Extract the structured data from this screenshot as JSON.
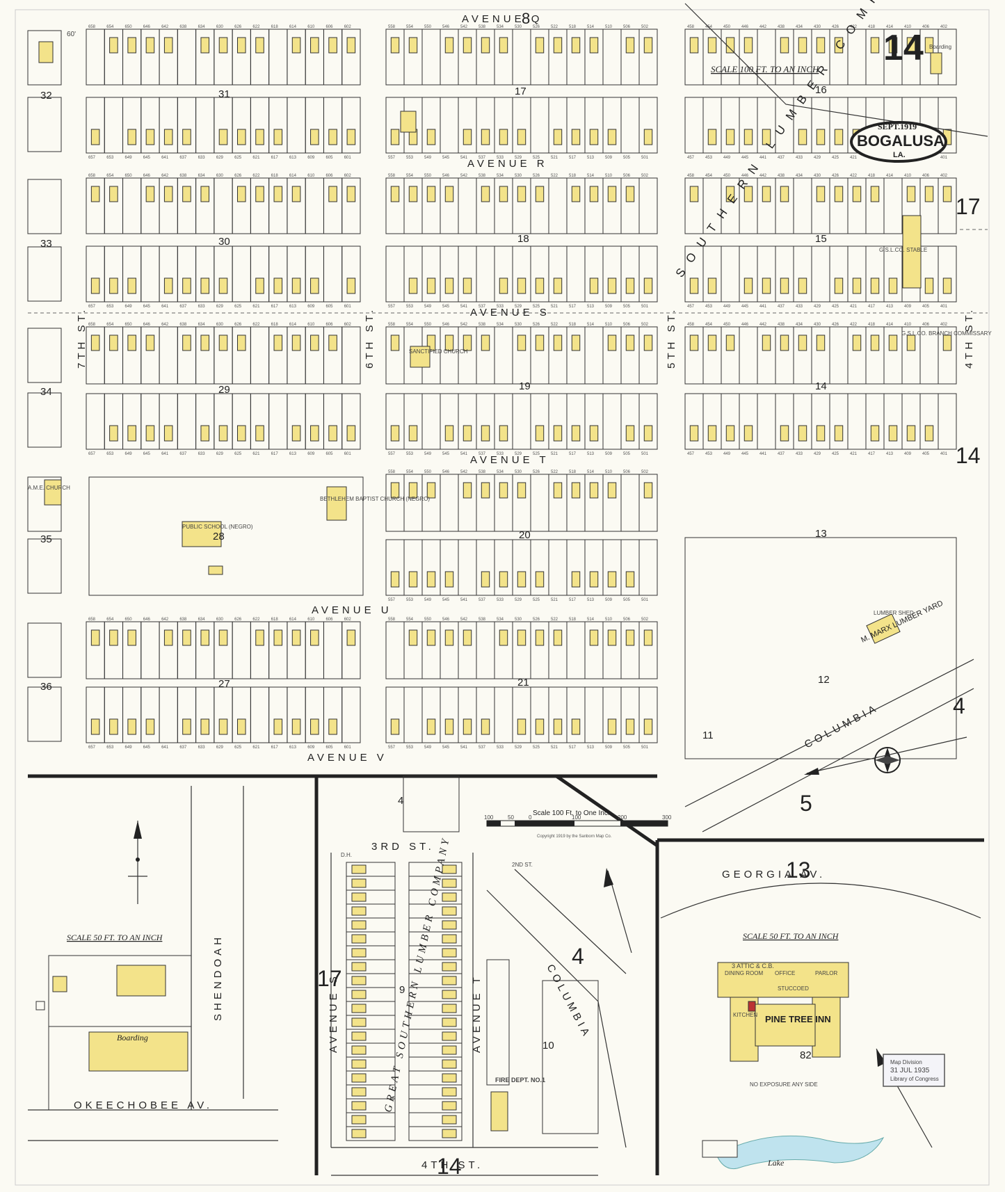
{
  "sheet": {
    "number": "14",
    "city": "BOGALUSA",
    "state": "LA.",
    "date": "SEPT.1919",
    "scale_top": "SCALE 100 FT. TO AN INCH",
    "scale_bar": "Scale 100 Ft. to One Inch.",
    "scale_bar_ticks": [
      "100",
      "50",
      "0",
      "100",
      "200",
      "300"
    ],
    "copyright": "Copyright 1919 by the Sanborn Map Co.",
    "scale_inset_left": "SCALE 50 FT. TO AN INCH",
    "scale_inset_right": "SCALE 50 FT. TO AN INCH",
    "stamp": [
      "Map Division",
      "31 JUL 1935",
      "Library of Congress"
    ]
  },
  "streets": {
    "avenue_q": "AVENUE Q",
    "avenue_r": "AVENUE R",
    "avenue_s": "AVENUE S",
    "avenue_t": "AVENUE T",
    "avenue_u": "AVENUE U",
    "avenue_v": "AVENUE V",
    "st7": "7TH ST.",
    "st6": "6TH ST.",
    "st5": "5TH ST.",
    "st4": "4TH ST.",
    "st3": "3RD ST.",
    "st2": "2ND ST.",
    "st4_bottom": "4TH ST.",
    "columbia_top": "COLUMBIA",
    "columbia_bottom": "COLUMBIA",
    "georgia": "GEORGIA AV.",
    "shendoah": "SHENDOAH",
    "okeechobee": "OKEECHOBEE AV.",
    "avenue_s_vert": "AVENUE S",
    "avenue_t_vert": "AVENUE T",
    "company_diag": "SOUTHERN LUMBER COMPANY",
    "great_southern": "GREAT SOUTHERN LUMBER COMPANY"
  },
  "blocks": {
    "b31": "31",
    "b17": "17",
    "b16": "16",
    "b30": "30",
    "b18": "18",
    "b15": "15",
    "b29": "29",
    "b19": "19",
    "b14": "14",
    "b28": "28",
    "b20": "20",
    "b13": "13",
    "b27": "27",
    "b21": "21",
    "b12": "12",
    "b11": "11",
    "b32": "32",
    "b33": "33",
    "b34": "34",
    "b35": "35",
    "b36": "36",
    "b9": "9",
    "b10": "10",
    "b82": "82",
    "b4": "4",
    "b13b": "13"
  },
  "sheet_refs": {
    "ref8": "8",
    "ref17_right": "17",
    "ref14_right": "14",
    "ref4_right": "4",
    "ref5": "5",
    "ref4_mid": "4",
    "ref17_left": "17",
    "ref14_bottom": "14",
    "ref4_top": "4"
  },
  "labels": {
    "public_school": "PUBLIC SCHOOL (NEGRO)",
    "baptist_church": "BETHLEHEM BAPTIST CHURCH (NEGRO)",
    "sanctified_church": "SANCTIFIED CHURCH",
    "ame_church": "A.M.E. CHURCH",
    "gsl_stable": "G.S.L.CO. STABLE",
    "gsl_commissary": "G.S.L.CO. BRANCH COMMISSARY",
    "lumber_yard": "M. MARX LUMBER YARD",
    "lumber_shed": "LUMBER SHED",
    "pine_tree_inn": "PINE TREE INN",
    "fire_dept": "FIRE DEPT. NO.1",
    "boarding": "Boarding",
    "boarding_top": "Boarding",
    "lake": "Lake",
    "no_exposure": "NO EXPOSURE ANY SIDE",
    "dining_room": "DINING ROOM",
    "office": "OFFICE",
    "parlor": "PARLOR",
    "kitchen": "KITCHEN",
    "stuccoed": "STUCCOED",
    "attic": "3 ATTIC & C.B.",
    "dh": "D.H.",
    "sixty": "60'"
  },
  "lot_numbers": {
    "row_top": [
      "658",
      "654",
      "650",
      "646",
      "642",
      "638",
      "634",
      "630",
      "626",
      "622",
      "618",
      "614",
      "610",
      "606",
      "602"
    ],
    "row_mid": [
      "558",
      "554",
      "550",
      "546",
      "542",
      "538",
      "534",
      "530",
      "526",
      "522",
      "518",
      "514",
      "510",
      "506",
      "502"
    ],
    "row_right": [
      "458",
      "454",
      "450",
      "446",
      "442",
      "438",
      "434",
      "430",
      "426",
      "422",
      "418",
      "414",
      "410",
      "406",
      "402"
    ],
    "row_bottom_w": [
      "657",
      "653",
      "649",
      "645",
      "641",
      "637",
      "633",
      "629",
      "625",
      "621",
      "617",
      "613",
      "609",
      "605",
      "601"
    ],
    "row_bottom_m": [
      "557",
      "553",
      "549",
      "545",
      "541",
      "537",
      "533",
      "529",
      "525",
      "521",
      "517",
      "513",
      "509",
      "505",
      "501"
    ],
    "row_bottom_e": [
      "457",
      "453",
      "449",
      "445",
      "441",
      "437",
      "433",
      "429",
      "425",
      "421",
      "417",
      "413",
      "409",
      "405",
      "401"
    ]
  },
  "colors": {
    "paper": "#fbfaf3",
    "building": "#f3e38a",
    "ink": "#222222",
    "water": "#bfe3ee"
  }
}
